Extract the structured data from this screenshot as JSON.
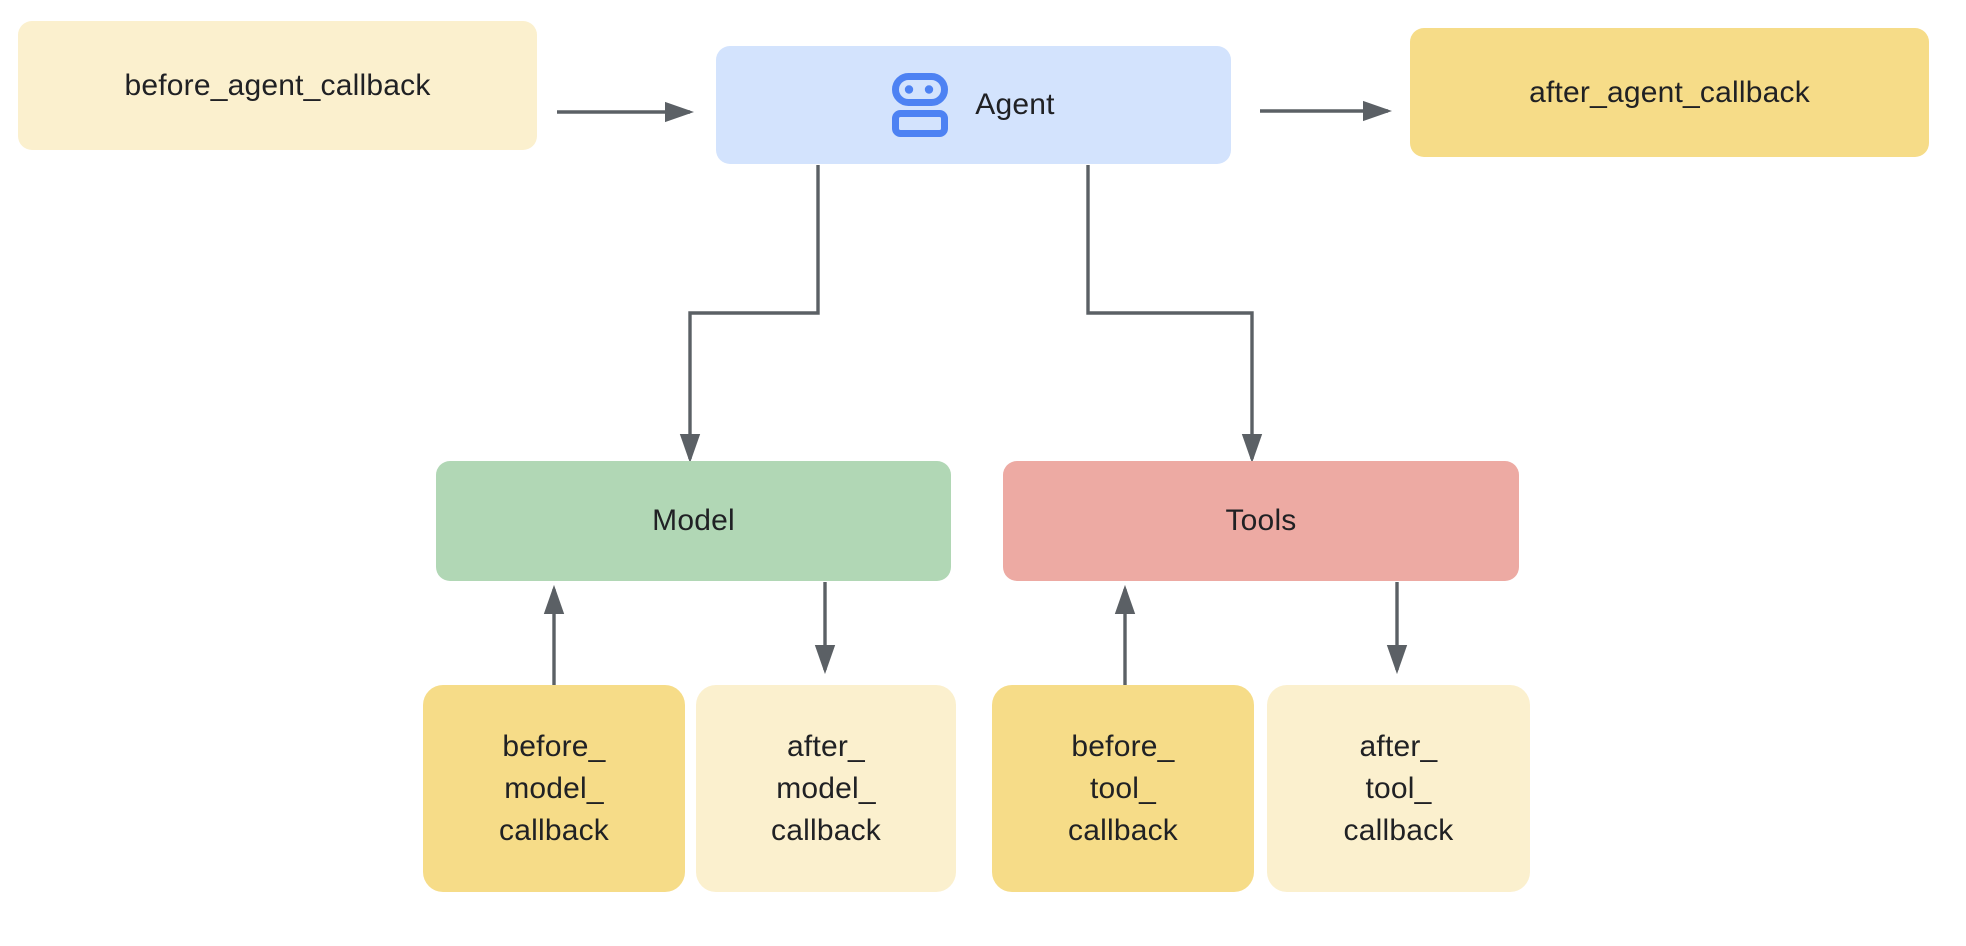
{
  "colors": {
    "canvas-bg": "#ffffff",
    "pale-yellow": "#FBF0CE",
    "gold": "#F6DC88",
    "agent-blue": "#D3E3FD",
    "icon-blue": "#4D82F3",
    "model-green": "#B1D7B5",
    "tools-red": "#EDAAA3",
    "arrow-gray": "#5B6065",
    "text-dark": "#202124"
  },
  "nodes": {
    "before_agent_callback": {
      "label": "before_agent_callback"
    },
    "agent": {
      "label": "Agent",
      "icon": "robot-icon"
    },
    "after_agent_callback": {
      "label": "after_agent_callback"
    },
    "model": {
      "label": "Model"
    },
    "tools": {
      "label": "Tools"
    },
    "before_model_callback": {
      "label": "before_\nmodel_\ncallback"
    },
    "after_model_callback": {
      "label": "after_\nmodel_\ncallback"
    },
    "before_tool_callback": {
      "label": "before_\ntool_\ncallback"
    },
    "after_tool_callback": {
      "label": "after_\ntool_\ncallback"
    }
  },
  "connectors": [
    {
      "from": "before_agent_callback",
      "to": "agent"
    },
    {
      "from": "agent",
      "to": "after_agent_callback"
    },
    {
      "from": "agent",
      "to": "model"
    },
    {
      "from": "agent",
      "to": "tools"
    },
    {
      "from": "before_model_callback",
      "to": "model"
    },
    {
      "from": "model",
      "to": "after_model_callback"
    },
    {
      "from": "before_tool_callback",
      "to": "tools"
    },
    {
      "from": "tools",
      "to": "after_tool_callback"
    }
  ]
}
